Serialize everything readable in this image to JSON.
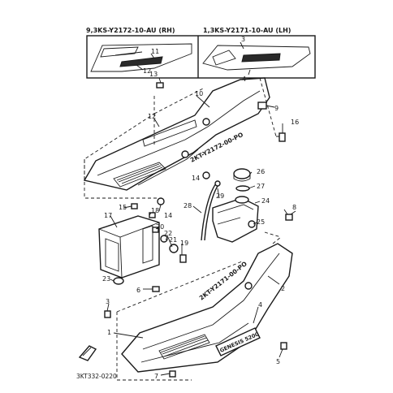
{
  "diagram": {
    "inset_labels": {
      "rh": "9,3KS-Y2172-10-AU (RH)",
      "lh": "1,3KS-Y2171-10-AU (LH)"
    },
    "cover_labels": {
      "upper": "2KT-Y2172-00-PO",
      "lower": "2KT-Y2171-00-PO"
    },
    "decal_text": "GENESIS 5200",
    "figure_code": "3KT332-0220",
    "callouts": {
      "c1": "1",
      "c2": "2",
      "c3": "3",
      "c4": "4",
      "c5": "5",
      "c6": "6",
      "c7": "7",
      "c8": "8",
      "c9": "9",
      "c10": "10",
      "c11": "11",
      "c12": "12",
      "c13": "13",
      "c14": "14",
      "c15": "15",
      "c16": "16",
      "c17": "17",
      "c18": "18",
      "c19": "19",
      "c20": "20",
      "c21": "21",
      "c22": "22",
      "c23": "23",
      "c24": "24",
      "c25": "25",
      "c26": "26",
      "c27": "27",
      "c28": "28",
      "c29": "29"
    }
  }
}
